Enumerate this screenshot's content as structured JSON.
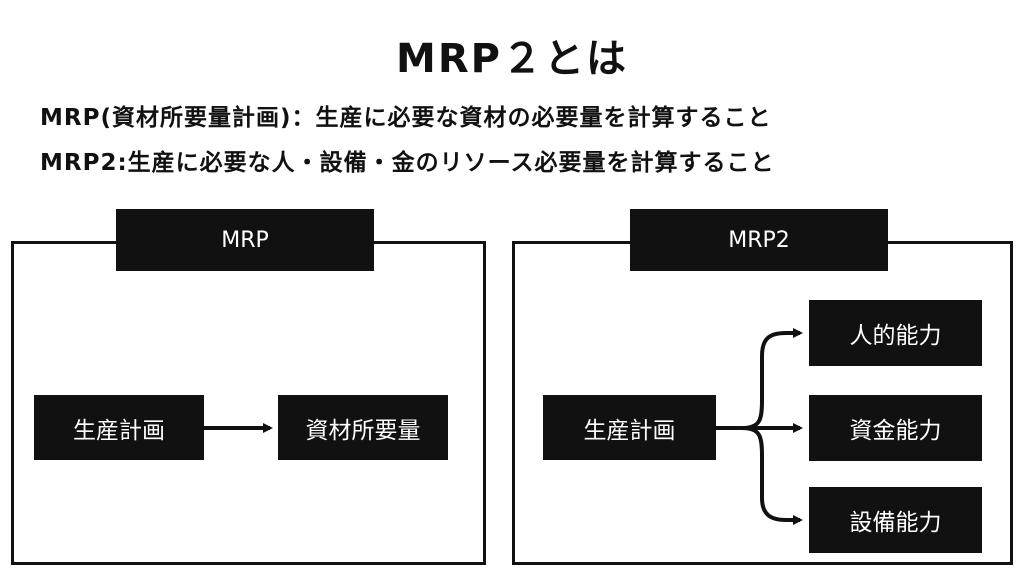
{
  "title": "MRP２とは",
  "definitions": {
    "mrp": "MRP(資材所要量計画)：生産に必要な資材の必要量を計算すること",
    "mrp2": "MRP2:生産に必要な人・設備・金のリソース必要量を計算すること"
  },
  "left_panel": {
    "tab": "MRP",
    "source": "生産計画",
    "target": "資材所要量"
  },
  "right_panel": {
    "tab": "MRP2",
    "source": "生産計画",
    "targets": [
      "人的能力",
      "資金能力",
      "設備能力"
    ]
  }
}
